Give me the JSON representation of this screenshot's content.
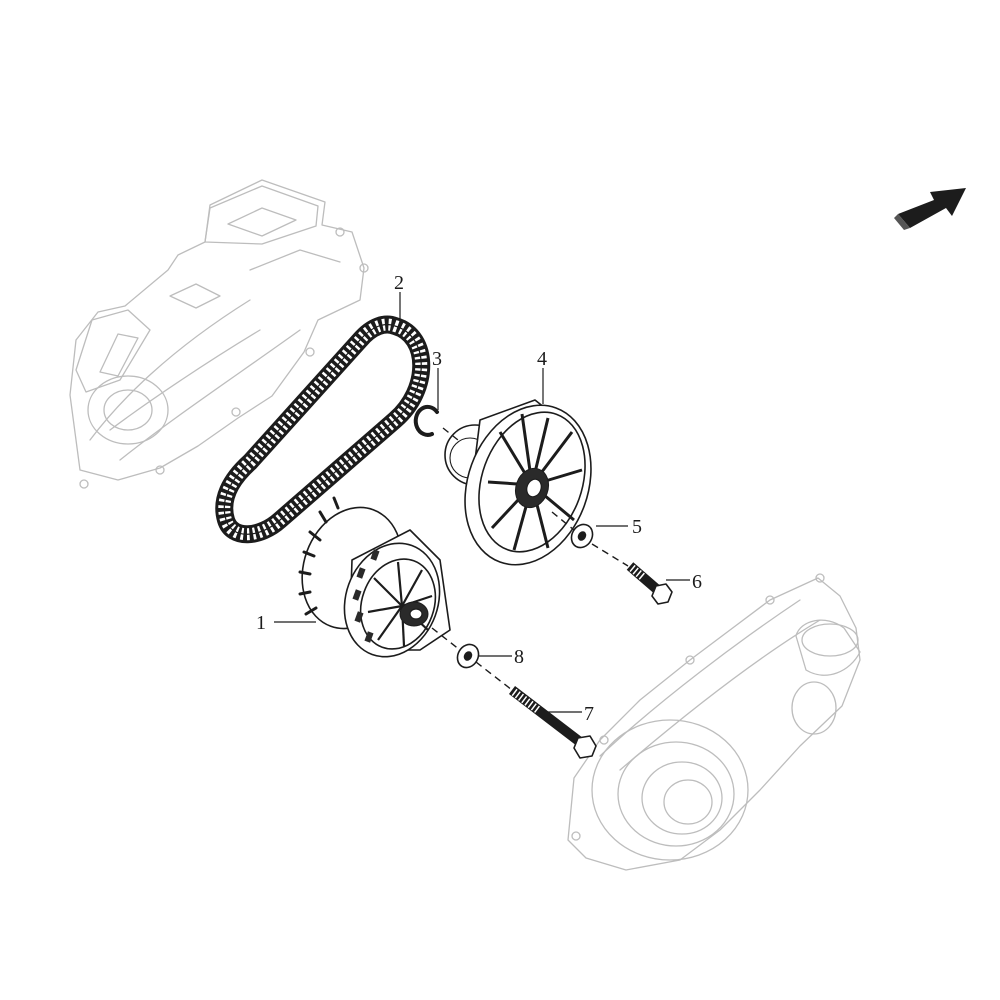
{
  "callouts": [
    "1",
    "2",
    "3",
    "4",
    "5",
    "6",
    "7",
    "8"
  ],
  "icons": {
    "direction": "direction-arrow-icon"
  }
}
